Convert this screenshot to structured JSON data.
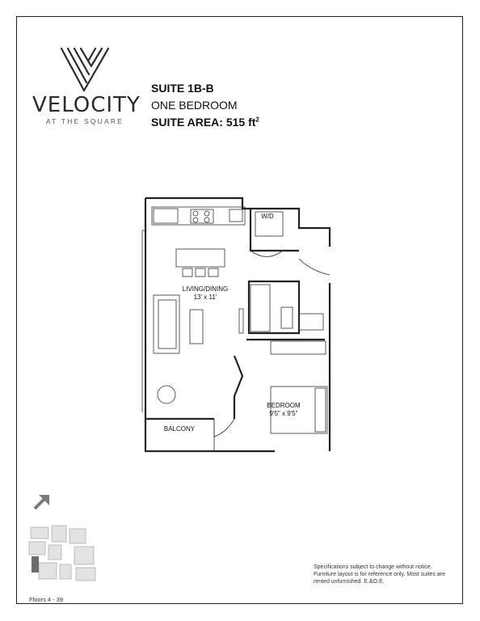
{
  "brand": {
    "name": "VELOCITY",
    "tagline": "AT THE SQUARE"
  },
  "suite": {
    "code": "SUITE 1B-B",
    "type": "ONE BEDROOM",
    "area_label": "SUITE AREA: 515 ft",
    "area_superscript": "2"
  },
  "plan": {
    "living_label": "LIVING/DINING",
    "living_size": "13' x 11'",
    "bedroom_label": "BEDROOM",
    "bedroom_size": "9'5\" x 9'5\"",
    "balcony_label": "BALCONY",
    "laundry_label": "W/D"
  },
  "keyplan": {
    "floors": "Floors 4 - 39",
    "highlight_color": "#6b6b6b",
    "arrow_color": "#7a7a7a"
  },
  "disclaimer": "Specifications subject to change without notice. Furniture layout is for reference only. Most suites are rented unfurnished. E.&O.E."
}
